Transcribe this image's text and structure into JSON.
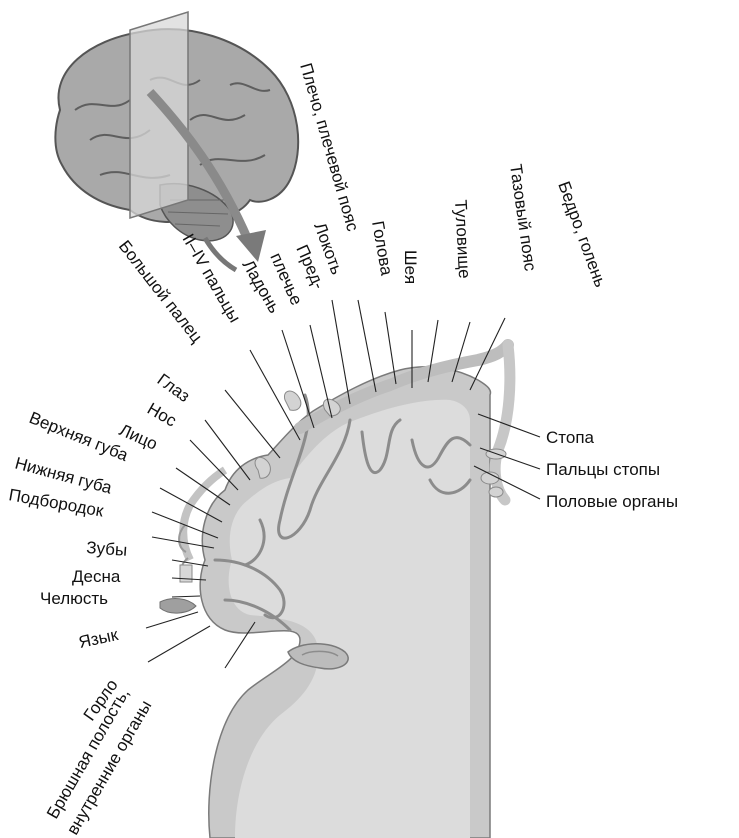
{
  "labels": {
    "stopa": "Стопа",
    "paltsy_stopy": "Пальцы стопы",
    "polovye_organy": "Половые органы",
    "bedro_golen": "Бедро, голень",
    "tazovyi_poyas": "Тазовый пояс",
    "tulovishche": "Туловище",
    "sheya": "Шея",
    "golova": "Голова",
    "plecho_poyas": "Плечо, плечевой пояс",
    "lokot": "Локоть",
    "predplechye_1": "Пред-",
    "predplechye_2": "плечье",
    "ladon": "Ладонь",
    "paltsy_2_4": "II–IV пальцы",
    "bolshoi_palets": "Большой палец",
    "glaz": "Глаз",
    "nos": "Нос",
    "litso": "Лицо",
    "verkhnyaya_guba": "Верхняя губа",
    "nizhnyaya_guba": "Нижняя губа",
    "podborodok": "Подбородок",
    "zuby": "Зубы",
    "desna": "Десна",
    "chelyust": "Челюсть",
    "yazyk": "Язык",
    "gorlo": "Горло",
    "bryushnaya_1": "Брюшная полость,",
    "bryushnaya_2": "внутренние органы"
  }
}
